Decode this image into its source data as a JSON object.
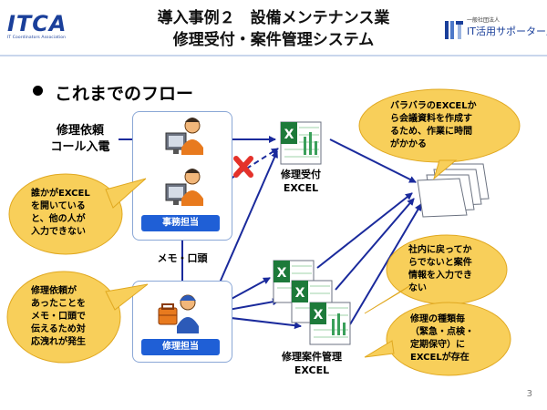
{
  "header": {
    "itca_logo": "ITCA",
    "itca_subtitle": "IT Coordinators Association",
    "title_line1": "導入事例２　設備メンテナンス業",
    "title_line2": "修理受付・案件管理システム",
    "right_logo_small": "一般社団法人",
    "right_logo_main": "IT活用サポーターズ"
  },
  "heading": "これまでのフロー",
  "left_labels": {
    "request_line1": "修理依頼",
    "request_line2": "コール入電",
    "memo": "メモ・口頭"
  },
  "badges": {
    "office": "事務担当",
    "repair": "修理担当"
  },
  "files": {
    "reception_line1": "修理受付",
    "reception_line2": "EXCEL",
    "case_line1": "修理案件管理",
    "case_line2": "EXCEL"
  },
  "bubbles": {
    "top_left": [
      "誰かがEXCEL",
      "を開いている",
      "と、他の人が",
      "入力できない"
    ],
    "bottom_left": [
      "修理依頼が",
      "あったことを",
      "メモ・口頭で",
      "伝えるため対",
      "応洩れが発生"
    ],
    "top_right": [
      "バラバラのEXCELか",
      "ら会議資料を作成す",
      "るため、作業に時間",
      "がかかる"
    ],
    "mid_right": [
      "社内に戻ってか",
      "らでないと案件",
      "情報を入力でき",
      "ない"
    ],
    "bottom_right": [
      "修理の種類毎",
      "（緊急・点検・",
      "定期保守）に",
      "EXCELが存在"
    ]
  },
  "colors": {
    "arrow": "#1a2a9c",
    "bubble_fill": "#f8cf5a",
    "bubble_stroke": "#e0a820",
    "badge": "#1f5fd6",
    "cross": "#e4322b",
    "excel_green": "#1d7a3a"
  },
  "page_number": "3"
}
